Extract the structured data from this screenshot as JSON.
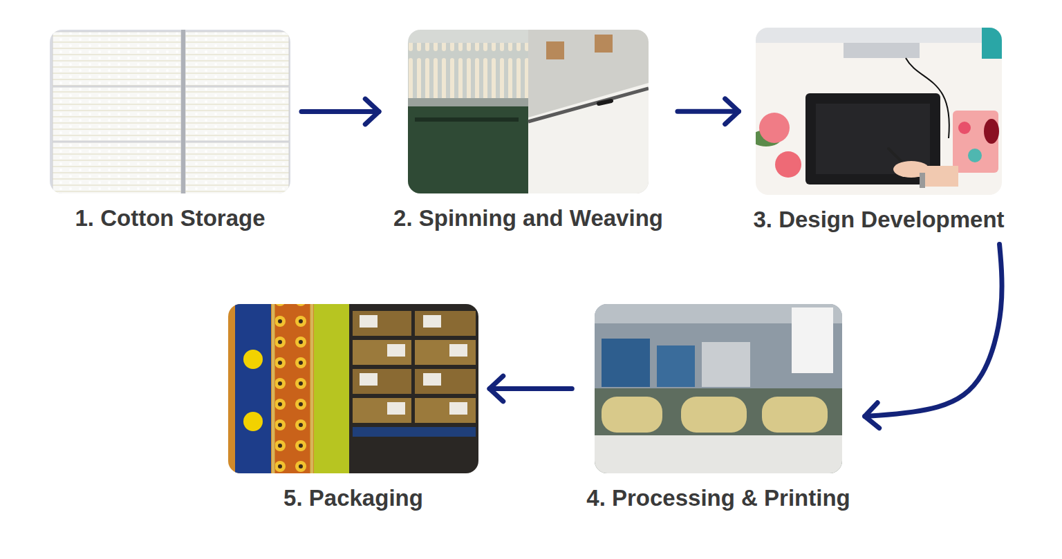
{
  "diagram": {
    "nodes": [
      {
        "text": [
          "1. Cotton Storage"
        ]
      },
      {
        "text": [
          "2. Spinning and Weaving"
        ]
      },
      {
        "text": [
          "3. Design Development"
        ]
      },
      {
        "text": [
          "4. Processing & Printing"
        ]
      },
      {
        "text": [
          "5. Packaging"
        ]
      }
    ],
    "edges": [
      {
        "from": 0,
        "to": 1,
        "arrow": "to"
      },
      {
        "from": 1,
        "to": 2,
        "arrow": "to"
      },
      {
        "from": 2,
        "to": 3,
        "arrow": "to"
      },
      {
        "from": 3,
        "to": 4,
        "arrow": "to"
      }
    ]
  }
}
